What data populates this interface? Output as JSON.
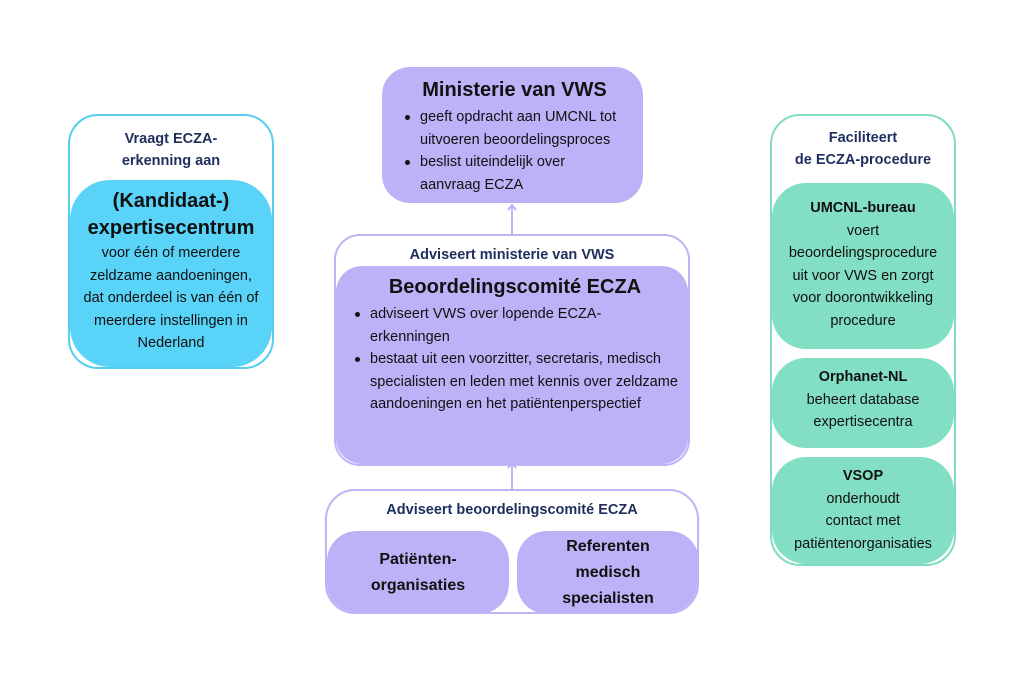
{
  "colors": {
    "caption_text": "#1f2e5c",
    "cyan_fill": "#59d3f8",
    "cyan_border": "#55cdef",
    "purple_fill": "#bcb2f7",
    "purple_border": "#bdb3f5",
    "green_fill": "#83dfc3",
    "green_border": "#7fdcc2"
  },
  "left": {
    "caption_line1": "Vraagt ECZA-",
    "caption_line2": "erkenning aan",
    "title_line1": "(Kandidaat-)",
    "title_line2": "expertisecentrum",
    "body": [
      "voor één of meerdere",
      "zeldzame aandoeningen,",
      "dat onderdeel is van één of",
      "meerdere instellingen in",
      "Nederland"
    ]
  },
  "ministerie": {
    "title": "Ministerie van VWS",
    "bullets": [
      "geeft opdracht aan UMCNL tot uitvoeren beoordelingsproces",
      "beslist uiteindelijk over aanvraag ECZA"
    ]
  },
  "comite": {
    "caption": "Adviseert ministerie van VWS",
    "title": "Beoordelingscomité ECZA",
    "bullets": [
      "adviseert VWS over lopende ECZA-erkenningen",
      "bestaat uit een voorzitter, secretaris, medisch specialisten en leden met kennis over zeldzame aandoeningen en het patiëntenperspectief"
    ]
  },
  "advies": {
    "caption": "Adviseert beoordelingscomité ECZA",
    "patienten": [
      "Patiënten-",
      "organisaties"
    ],
    "referenten": [
      "Referenten",
      "medisch",
      "specialisten"
    ]
  },
  "right": {
    "caption_line1": "Faciliteert",
    "caption_line2": "de ECZA-procedure",
    "umcnl": {
      "title": "UMCNL-bureau",
      "body": [
        "voert",
        "beoordelingsprocedure",
        "uit voor VWS en zorgt",
        "voor doorontwikkeling",
        "procedure"
      ]
    },
    "orphanet": {
      "title": "Orphanet-NL",
      "body": [
        "beheert database",
        "expertisecentra"
      ]
    },
    "vsop": {
      "title": "VSOP",
      "body": [
        "onderhoudt",
        "contact met",
        "patiëntenorganisaties"
      ]
    }
  },
  "arrows": [
    {
      "from": "Beoordelingscomité ECZA",
      "to": "Ministerie van VWS"
    },
    {
      "from": "Adviseert beoordelingscomité ECZA",
      "to": "Beoordelingscomité ECZA"
    }
  ]
}
